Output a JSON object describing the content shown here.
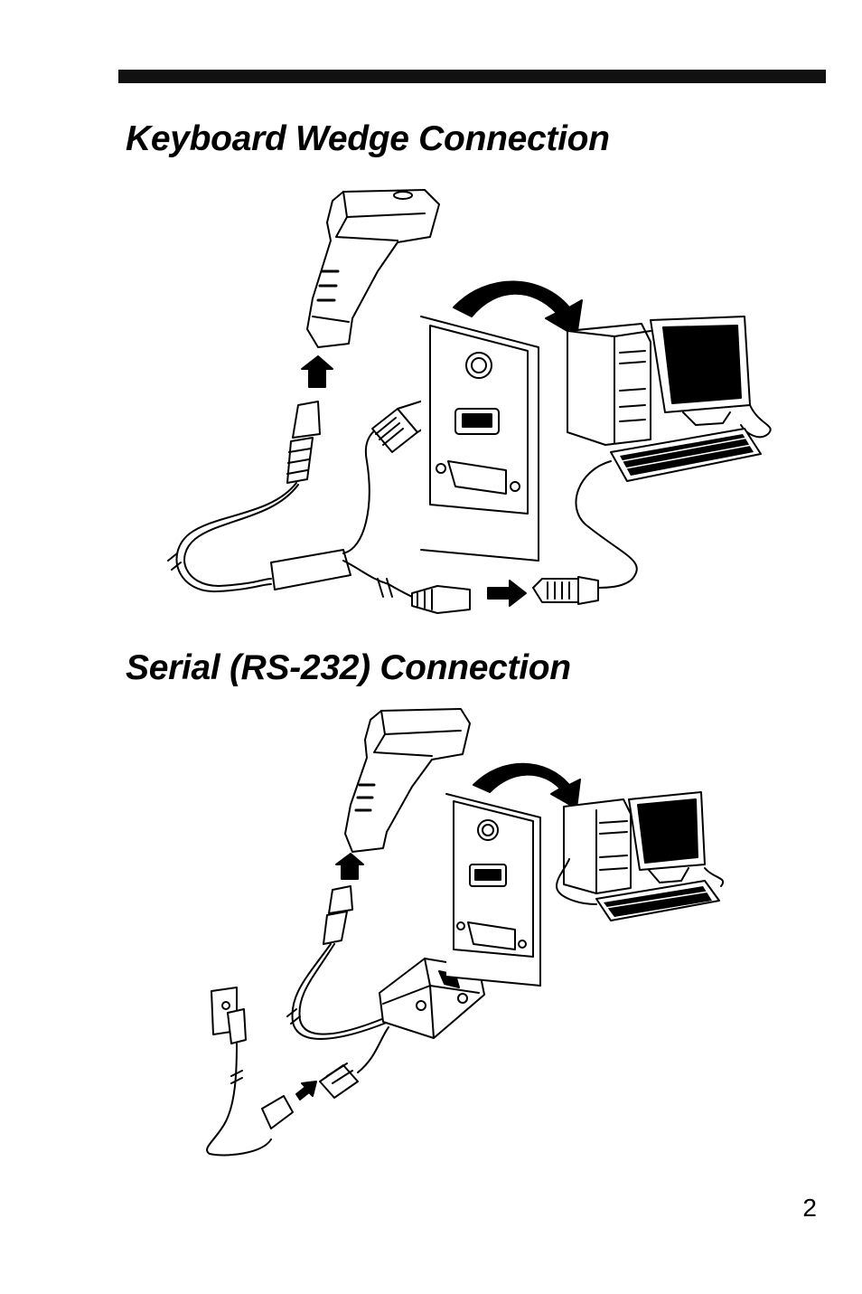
{
  "sections": [
    {
      "heading": "Keyboard Wedge Connection"
    },
    {
      "heading": "Serial (RS-232) Connection"
    }
  ],
  "page_number": "2",
  "icons": {
    "scanner": "handheld-barcode-scanner-icon",
    "computer": "desktop-computer-icon",
    "arrow": "curved-arrow-icon",
    "power": "power-supply-icon"
  }
}
